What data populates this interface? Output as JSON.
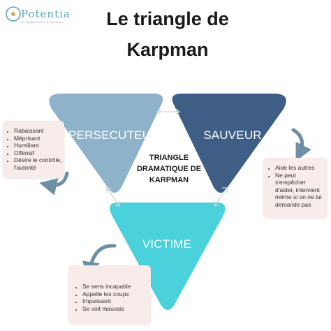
{
  "logo": {
    "text": "Potentia",
    "subtitle": "Accompagnement & Formations",
    "brand_color": "#5aa7b9"
  },
  "title": {
    "line1": "Le triangle de",
    "line2": "Karpman"
  },
  "colors": {
    "persecuteur": "#8fb2cb",
    "sauveur": "#3f5e86",
    "victime": "#4bd1db",
    "center": "#ffffff",
    "card_bg": "#f7ecea",
    "arrow": "#6f8fa6"
  },
  "triangles": {
    "persecuteur": {
      "label": "PERSECUTEUR"
    },
    "sauveur": {
      "label": "SAUVEUR"
    },
    "victime": {
      "label": "VICTIME"
    }
  },
  "center": {
    "lines": [
      "TRIANGLE",
      "DRAMATIQUE DE",
      "KARPMAN"
    ]
  },
  "cards": {
    "persecuteur": [
      "Rabaissant",
      "Méprisant",
      "Humiliant",
      "Offensif",
      "Désire le contrôle, l'autorité"
    ],
    "sauveur": [
      "Aide les autres",
      "Ne peut s'empêcher d'aider, intervient même si on ne lui demande pas"
    ],
    "victime": [
      "Se sens incapable",
      "Appelle les coups",
      "Impuissant",
      "Se voit mauvais"
    ]
  },
  "icons": {
    "double_arrow": "double-arrow-icon",
    "curved_arrow": "curved-arrow-icon"
  }
}
